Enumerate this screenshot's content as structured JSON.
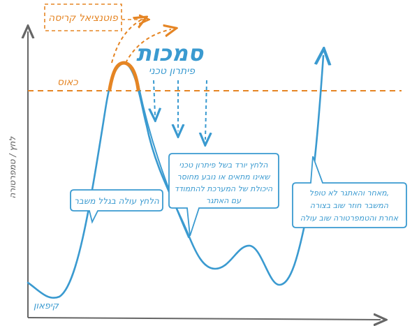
{
  "axes": {
    "y_label": "לחץ / טמפרטורה",
    "origin_label": "קיפאון"
  },
  "chaos_line": {
    "label": "כאוס"
  },
  "potential_crisis": {
    "label": "פוטנציאל קריסה"
  },
  "authority": {
    "title": "סמכות",
    "subtitle": "פיתרון טכני"
  },
  "callouts": {
    "rising": {
      "lines": [
        "הלחץ עולה בגלל משבר"
      ]
    },
    "falling": {
      "lines": [
        "הלחץ יורד בשל פיתרון טכני",
        "שאינו מתאים או נובע מחוסר",
        "היכולת של המערכת להתמודד",
        "עם האתגר"
      ]
    },
    "return": {
      "lines": [
        "מאחר והאתגר לא טופל,",
        "המשבר חוזר שוב בצורה",
        "אחרת והטמפרטורה שוב עולה"
      ]
    }
  },
  "colors": {
    "curve": "#3a9ad0",
    "accent": "#e58524",
    "axis": "#666666",
    "callout_border": "#3a9ad0"
  }
}
